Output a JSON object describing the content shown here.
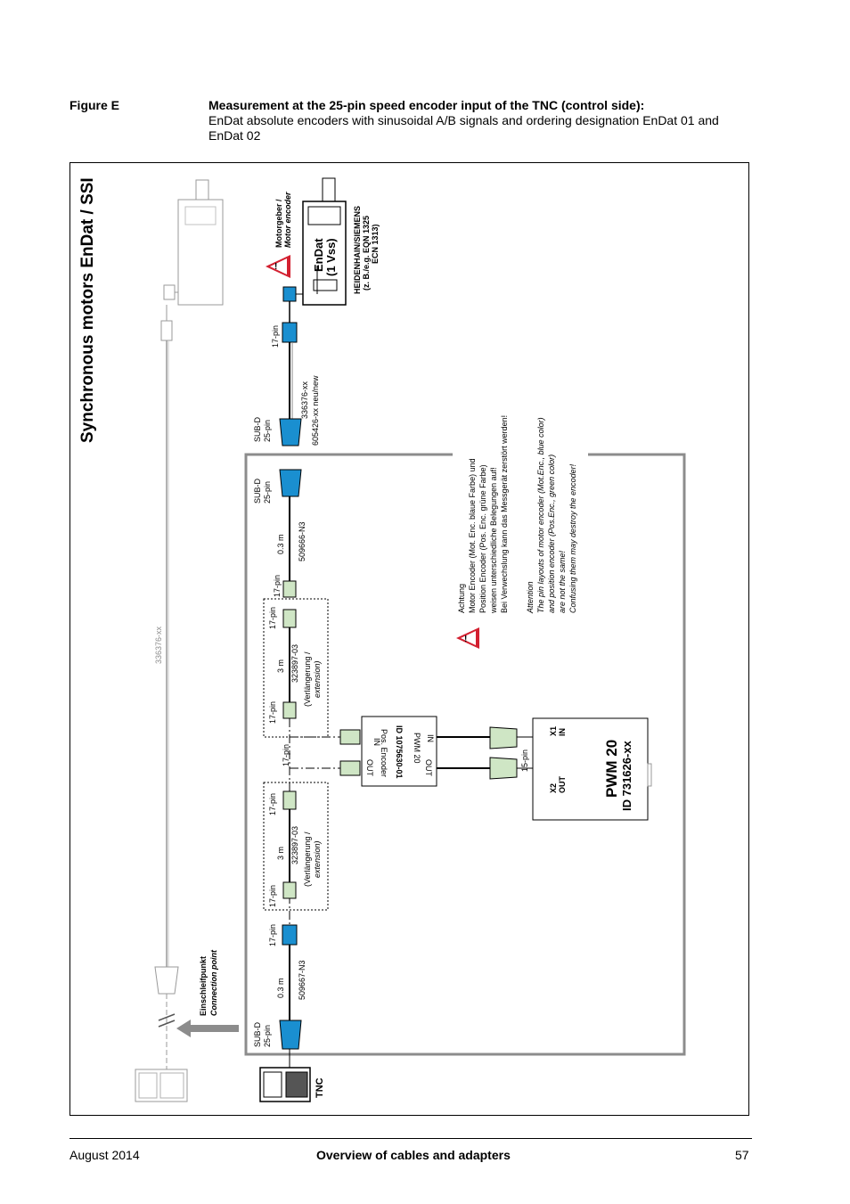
{
  "figure": {
    "label": "Figure E",
    "title": "Measurement at the 25-pin speed encoder input of the TNC (control side):",
    "description": "EnDat absolute encoders with sinusoidal A/B signals and ordering designation EnDat 01 and EnDat 02"
  },
  "diagram": {
    "heading": "Synchronous motors EnDat / SSI",
    "motor_encoder_de": "Motorgeber /",
    "motor_encoder_en": "Motor encoder",
    "endat_line1": "EnDat",
    "endat_line2": "(1 Vss)",
    "heidenhain_line1": "HEIDENHAIN/SIEMENS",
    "heidenhain_line2": "(z. B./e.g. EQN 1325",
    "heidenhain_line3": "ECN 1313)",
    "pin17": "17-pin",
    "pin15": "15-pin",
    "subd": "SUB-D",
    "pin25": "25-pin",
    "cable_336376_a": "336376-xx",
    "cable_336376_b": "605426-xx neu/new",
    "cable_336376_grey": "336376-xx",
    "len_03": "0.3 m",
    "len_3": "3 m",
    "cable_509666": "509666-N3",
    "cable_509667": "509667-N3",
    "cable_323897": "323897-03",
    "ext_de": "(Verlängerung /",
    "ext_en": "extension)",
    "adapter_in": "IN",
    "adapter_out": "OUT",
    "adapter_pwm": "PWM 20",
    "adapter_pos_enc": "Pos. Encoder",
    "adapter_id": "ID 1075630-01",
    "pwm_name": "PWM 20",
    "pwm_id": "ID 731626-xx",
    "pwm_x1": "X1",
    "pwm_x1_in": "IN",
    "pwm_x2": "X2",
    "pwm_x2_out": "OUT",
    "warn_de_1": "Achtung",
    "warn_de_2": "Motor Encoder (Mot. Enc. blaue Farbe) und",
    "warn_de_3": "Position Encoder (Pos. Enc. grüne Farbe)",
    "warn_de_4": "weisen unterschiedliche Belegungen auf!",
    "warn_de_5": "Bei Verwechslung kann das Messgerät zerstört werden!",
    "warn_en_1": "Attention",
    "warn_en_2": "The pin layouts of motor encoder (Mot.Enc., blue color)",
    "warn_en_3": "and position encoder (Pos.Enc., green color)",
    "warn_en_4": "are not the same!",
    "warn_en_5": "Confusing them may destroy the encoder!",
    "connection_de": "Einschleifpunkt",
    "connection_en": "Connection point",
    "tnc": "TNC",
    "colors": {
      "blue": "#1a8fd0",
      "green": "#cfe6c5",
      "grey": "#8c8c8c"
    }
  },
  "footer": {
    "date": "August 2014",
    "section": "Overview of cables and adapters",
    "page": "57"
  }
}
